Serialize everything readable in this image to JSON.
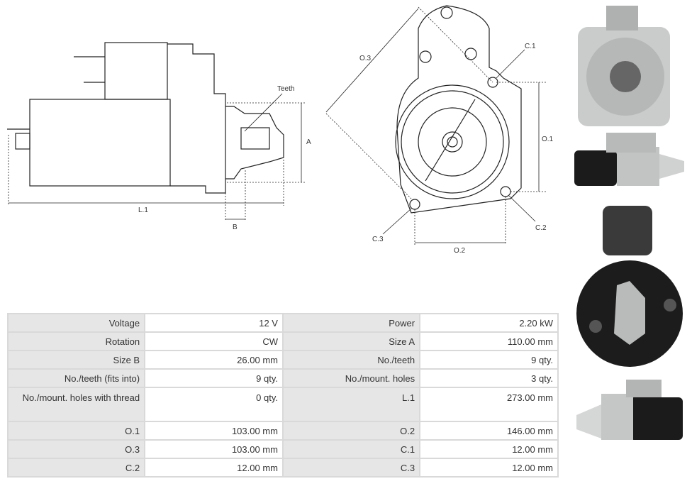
{
  "drawing": {
    "side_labels": {
      "teeth": "Teeth",
      "a": "A",
      "b": "B",
      "l1": "L.1"
    },
    "front_labels": {
      "o1": "O.1",
      "o2": "O.2",
      "o3": "O.3",
      "c1": "C.1",
      "c2": "C.2",
      "c3": "C.3"
    }
  },
  "specs": [
    {
      "k1": "Voltage",
      "v1": "12 V",
      "k2": "Power",
      "v2": "2.20 kW"
    },
    {
      "k1": "Rotation",
      "v1": "CW",
      "k2": "Size A",
      "v2": "110.00 mm"
    },
    {
      "k1": "Size B",
      "v1": "26.00 mm",
      "k2": "No./teeth",
      "v2": "9 qty."
    },
    {
      "k1": "No./teeth (fits into)",
      "v1": "9 qty.",
      "k2": "No./mount. holes",
      "v2": "3 qty."
    },
    {
      "k1": "No./mount. holes with thread",
      "v1": "0 qty.",
      "k2": "L.1",
      "v2": "273.00 mm"
    },
    {
      "k1": "O.1",
      "v1": "103.00 mm",
      "k2": "O.2",
      "v2": "146.00 mm"
    },
    {
      "k1": "O.3",
      "v1": "103.00 mm",
      "k2": "C.1",
      "v2": "12.00 mm"
    },
    {
      "k1": "C.2",
      "v1": "12.00 mm",
      "k2": "C.3",
      "v2": "12.00 mm"
    }
  ]
}
